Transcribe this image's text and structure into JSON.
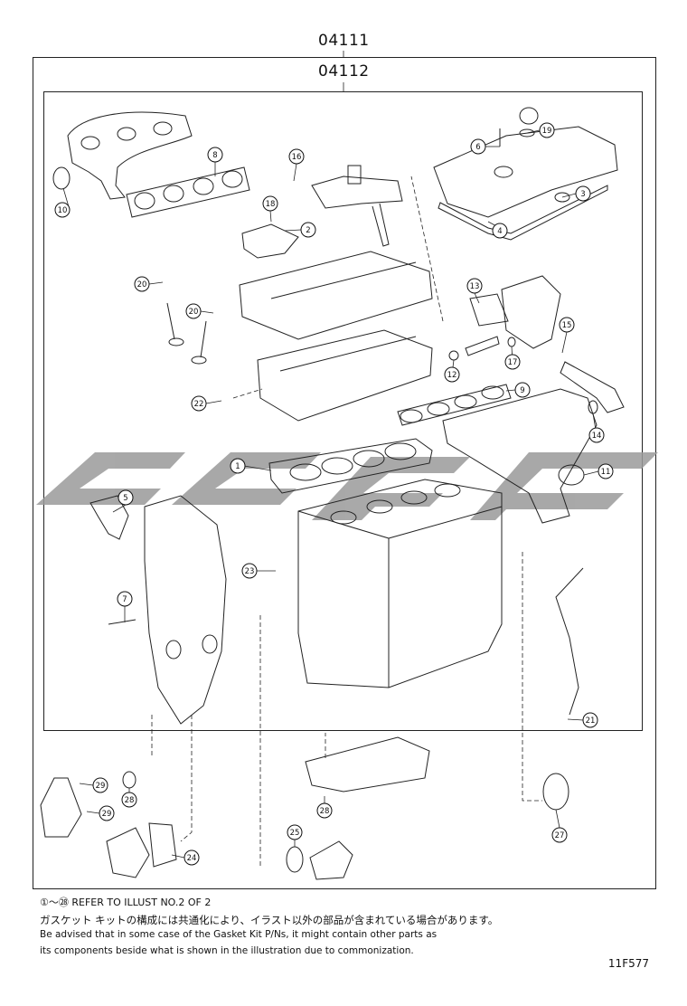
{
  "header": {
    "outer_kit_code": "04111",
    "inner_kit_code": "04112"
  },
  "callouts": [
    "1",
    "2",
    "3",
    "4",
    "5",
    "6",
    "7",
    "8",
    "9",
    "10",
    "11",
    "12",
    "13",
    "14",
    "15",
    "16",
    "17",
    "18",
    "19",
    "20",
    "20",
    "21",
    "22",
    "23",
    "24",
    "25",
    "27",
    "28",
    "28",
    "29",
    "29"
  ],
  "footer": {
    "reference_note": "①～㉘ REFER TO ILLUST NO.2 OF 2",
    "japanese_note": "ガスケット キットの構成には共通化により、イラスト以外の部品が含まれている場合があります。",
    "english_note_line1": "Be advised that in some case of the Gasket Kit P/Ns, it might contain other parts as",
    "english_note_line2": "its components beside what is shown in the illustration due to commonization.",
    "illustration_id": "11F577"
  },
  "watermark": {
    "color": "#9a9a9a"
  }
}
